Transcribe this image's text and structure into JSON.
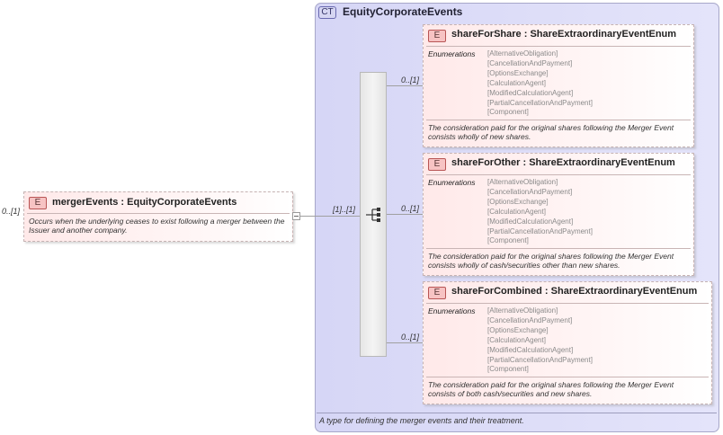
{
  "root": {
    "badge": "E",
    "name": "mergerEvents",
    "type": "EquityCorporateEvents",
    "cardinality": "0..[1]",
    "doc": "Occurs when the underlying ceases to exist following a merger between the Issuer and another company."
  },
  "sequence": {
    "cardinality": "[1]..[1]"
  },
  "complex_type": {
    "badge": "CT",
    "name": "EquityCorporateEvents",
    "doc": "A type for defining the merger events and their treatment."
  },
  "elements": [
    {
      "badge": "E",
      "name": "shareForShare",
      "type": "ShareExtraordinaryEventEnum",
      "cardinality": "0..[1]",
      "enum_label": "Enumerations",
      "enumerations": [
        "[AlternativeObligation]",
        "[CancellationAndPayment]",
        "[OptionsExchange]",
        "[CalculationAgent]",
        "[ModifiedCalculationAgent]",
        "[PartialCancellationAndPayment]",
        "[Component]"
      ],
      "doc_line1": "The consideration paid for the original shares following the Merger Event",
      "doc_line2": "consists wholly of new shares."
    },
    {
      "badge": "E",
      "name": "shareForOther",
      "type": "ShareExtraordinaryEventEnum",
      "cardinality": "0..[1]",
      "enum_label": "Enumerations",
      "enumerations": [
        "[AlternativeObligation]",
        "[CancellationAndPayment]",
        "[OptionsExchange]",
        "[CalculationAgent]",
        "[ModifiedCalculationAgent]",
        "[PartialCancellationAndPayment]",
        "[Component]"
      ],
      "doc_line1": "The consideration paid for the original shares following the Merger Event",
      "doc_line2": "consists wholly of cash/securities other than new shares."
    },
    {
      "badge": "E",
      "name": "shareForCombined",
      "type": "ShareExtraordinaryEventEnum",
      "cardinality": "0..[1]",
      "enum_label": "Enumerations",
      "enumerations": [
        "[AlternativeObligation]",
        "[CancellationAndPayment]",
        "[OptionsExchange]",
        "[CalculationAgent]",
        "[ModifiedCalculationAgent]",
        "[PartialCancellationAndPayment]",
        "[Component]"
      ],
      "doc_line1": "The consideration paid for the original shares following the Merger Event",
      "doc_line2": "consists of both cash/securities and new shares."
    }
  ],
  "separator": " : "
}
